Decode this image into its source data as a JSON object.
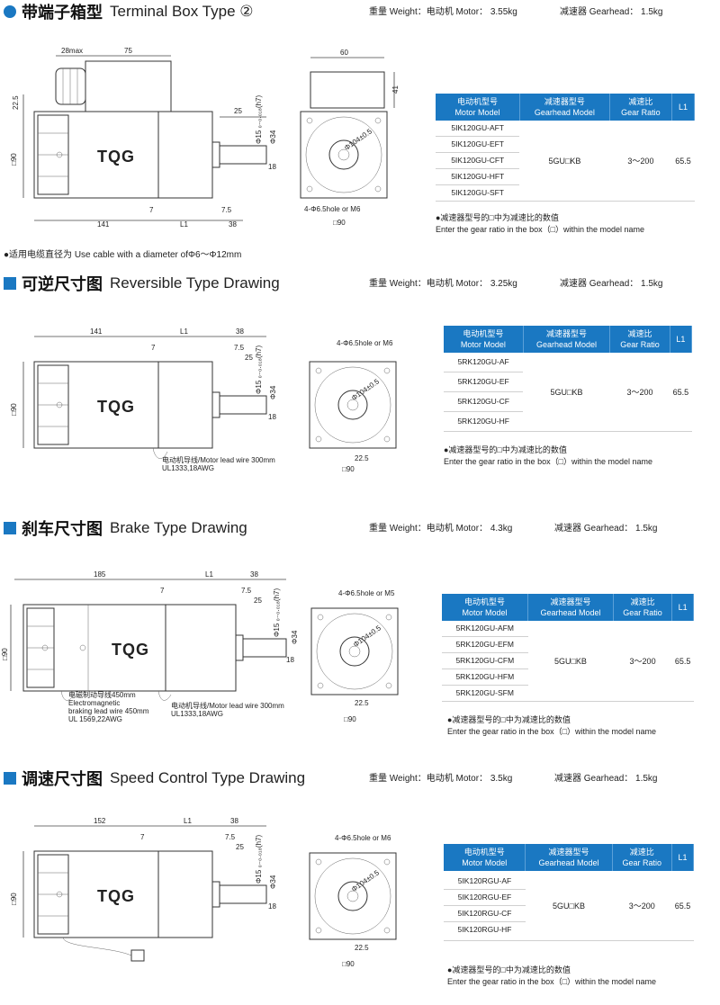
{
  "s1": {
    "title_cn": "带端子箱型",
    "title_en": "Terminal Box Type ②",
    "weight_motor": "重量 Weight：电动机 Motor： 3.55kg",
    "weight_gear": "减速器 Gearhead： 1.5kg",
    "header": {
      "motor": "电动机型号",
      "motor_en": "Motor Model",
      "gear": "减速器型号",
      "gear_en": "Gearhead Model",
      "ratio": "减速比",
      "ratio_en": "Gear Ratio",
      "l1": "L1"
    },
    "models": [
      "5IK120GU-AFT",
      "5IK120GU-EFT",
      "5IK120GU-CFT",
      "5IK120GU-HFT",
      "5IK120GU-SFT"
    ],
    "gearhead": "5GU□KB",
    "ratio": "3～200",
    "l1": "65.5",
    "note_cn": "●减速器型号的□中为减速比的数值",
    "note_en": "Enter the gear ratio in the box（□）within the model name",
    "cable": "●适用电缆直径为 Use cable with a diameter ofΦ6～Φ12mm",
    "dims": {
      "d28": "28max",
      "d75": "75",
      "d60": "60",
      "d41": "41",
      "d225": "22.5",
      "d25": "25",
      "d15": "Φ15 ₀₋₀.₀₁₈(h7)",
      "d34": "Φ34",
      "d18": "18",
      "d90": "□90",
      "d104": "Φ104±0.5",
      "d141": "141",
      "d7": "7",
      "dl1": "L1",
      "d75b": "7.5",
      "d38": "38",
      "hole": "4-Φ6.5hole or M6",
      "d90b": "□90"
    },
    "logo": "TQG"
  },
  "s2": {
    "title_cn": "可逆尺寸图",
    "title_en": "Reversible Type Drawing",
    "weight_motor": "重量 Weight：电动机 Motor： 3.25kg",
    "weight_gear": "减速器 Gearhead： 1.5kg",
    "header": {
      "motor": "电动机型号",
      "motor_en": "Motor Model",
      "gear": "减速器型号",
      "gear_en": "Gearhead Model",
      "ratio": "减速比",
      "ratio_en": "Gear Ratio",
      "l1": "L1"
    },
    "models": [
      "5RK120GU-AF",
      "5RK120GU-EF",
      "5RK120GU-CF",
      "5RK120GU-HF"
    ],
    "gearhead": "5GU□KB",
    "ratio": "3～200",
    "l1": "65.5",
    "note_cn": "●减速器型号的□中为减速比的数值",
    "note_en": "Enter the gear ratio in the box（□）within the model name",
    "lead1": "电动机导线/Motor lead wire 300mm",
    "lead2": "UL1333,18AWG",
    "dims": {
      "d141": "141",
      "dl1": "L1",
      "d38": "38",
      "d7": "7",
      "d75": "7.5",
      "d25": "25",
      "d15": "Φ15 ₀₋₀.₀₁₈(h7)",
      "d34": "Φ34",
      "d18": "18",
      "d90": "□90",
      "hole": "4-Φ6.5hole or M6",
      "d104": "Φ104±0.5",
      "d225": "22.5",
      "d90b": "□90"
    },
    "logo": "TQG"
  },
  "s3": {
    "title_cn": "刹车尺寸图",
    "title_en": "Brake Type Drawing",
    "weight_motor": "重量 Weight：电动机 Motor： 4.3kg",
    "weight_gear": "减速器 Gearhead： 1.5kg",
    "header": {
      "motor": "电动机型号",
      "motor_en": "Motor Model",
      "gear": "减速器型号",
      "gear_en": "Gearhead Model",
      "ratio": "减速比",
      "ratio_en": "Gear Ratio",
      "l1": "L1"
    },
    "models": [
      "5RK120GU-AFM",
      "5RK120GU-EFM",
      "5RK120GU-CFM",
      "5RK120GU-HFM",
      "5RK120GU-SFM"
    ],
    "gearhead": "5GU□KB",
    "ratio": "3～200",
    "l1": "65.5",
    "note_cn": "●减速器型号的□中为减速比的数值",
    "note_en": "Enter the gear ratio in the box（□）within the model name",
    "lead_brake1": "电磁制动导线450mm",
    "lead_brake2": "Electromagnetic",
    "lead_brake3": "braking lead wire 450mm",
    "lead_brake4": "UL 1569,22AWG",
    "lead_motor1": "电动机导线/Motor lead wire 300mm",
    "lead_motor2": "UL1333,18AWG",
    "dims": {
      "d185": "185",
      "dl1": "L1",
      "d38": "38",
      "d7": "7",
      "d75": "7.5",
      "d25": "25",
      "d15": "Φ15 ₀₋₀.₀₁₈(h7)",
      "d34": "Φ34",
      "d18": "18",
      "d90": "□90",
      "hole": "4-Φ6.5hole or M5",
      "d104": "Φ104±0.5",
      "d225": "22.5",
      "d90b": "□90"
    },
    "logo": "TQG"
  },
  "s4": {
    "title_cn": "调速尺寸图",
    "title_en": "Speed Control Type Drawing",
    "weight_motor": "重量 Weight：电动机 Motor： 3.5kg",
    "weight_gear": "减速器 Gearhead： 1.5kg",
    "header": {
      "motor": "电动机型号",
      "motor_en": "Motor Model",
      "gear": "减速器型号",
      "gear_en": "Gearhead Model",
      "ratio": "减速比",
      "ratio_en": "Gear Ratio",
      "l1": "L1"
    },
    "models": [
      "5IK120RGU-AF",
      "5IK120RGU-EF",
      "5IK120RGU-CF",
      "5IK120RGU-HF"
    ],
    "gearhead": "5GU□KB",
    "ratio": "3～200",
    "l1": "65.5",
    "note_cn": "●减速器型号的□中为减速比的数值",
    "note_en": "Enter the gear ratio in the box（□）within the model name",
    "dims": {
      "d152": "152",
      "dl1": "L1",
      "d38": "38",
      "d7": "7",
      "d75": "7.5",
      "d25": "25",
      "d15": "Φ15 ₀₋₀.₀₁₈(h7)",
      "d34": "Φ34",
      "d18": "18",
      "d90": "□90",
      "hole": "4-Φ6.5hole or M6",
      "d104": "Φ104±0.5",
      "d225": "22.5",
      "d90b": "□90"
    },
    "logo": "TQG"
  }
}
